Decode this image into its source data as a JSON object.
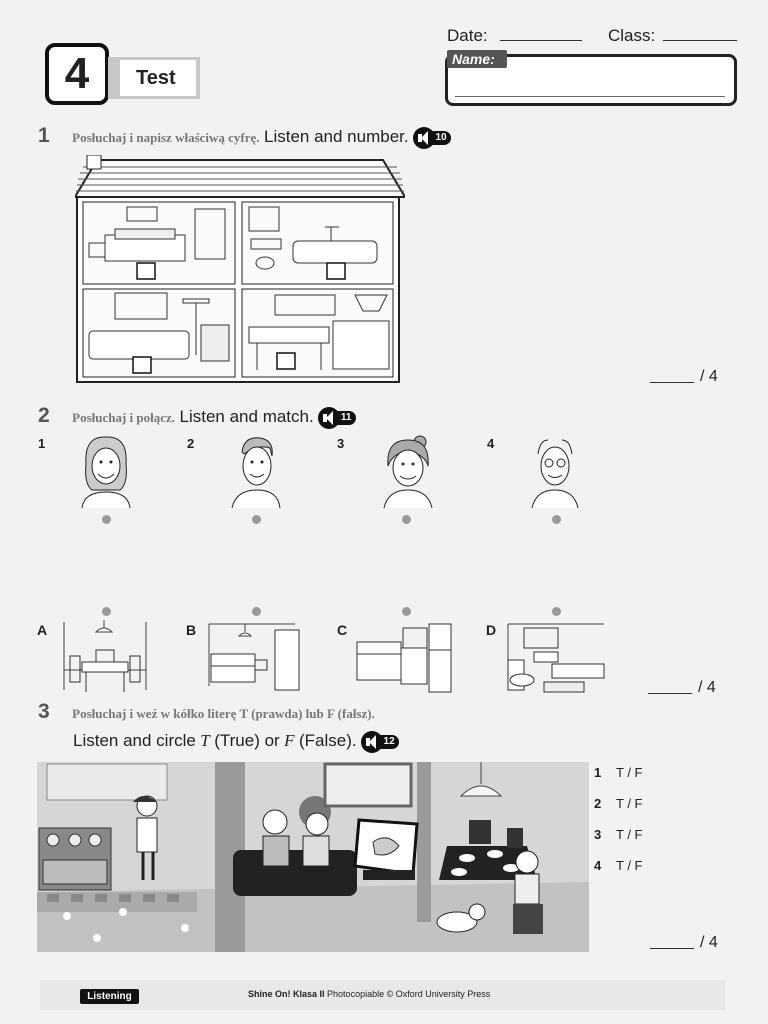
{
  "header": {
    "test_number": "4",
    "test_label": "Test",
    "date_label": "Date:",
    "class_label": "Class:",
    "name_label": "Name:"
  },
  "section1": {
    "number": "1",
    "instruction_pl": "Posłuchaj i napisz właściwą cyfrę.",
    "instruction_en": "Listen and number.",
    "track": "10",
    "score": "/ 4"
  },
  "section2": {
    "number": "2",
    "instruction_pl": "Posłuchaj i połącz.",
    "instruction_en": "Listen and match.",
    "track": "11",
    "people": [
      "1",
      "2",
      "3",
      "4"
    ],
    "rooms": [
      "A",
      "B",
      "C",
      "D"
    ],
    "score": "/ 4"
  },
  "section3": {
    "number": "3",
    "instruction_pl": "Posłuchaj i weź w kółko literę T (prawda) lub F (fałsz).",
    "instruction_en_a": "Listen and circle",
    "instruction_en_t": "T",
    "instruction_en_b": "(True) or",
    "instruction_en_f": "F",
    "instruction_en_c": "(False).",
    "track": "12",
    "items": [
      {
        "num": "1",
        "choice": "T / F"
      },
      {
        "num": "2",
        "choice": "T / F"
      },
      {
        "num": "3",
        "choice": "T / F"
      },
      {
        "num": "4",
        "choice": "T / F"
      }
    ],
    "score": "/ 4"
  },
  "footer": {
    "tag": "Listening",
    "book": "Shine On! Klasa II",
    "copyright": "Photocopiable © Oxford University Press"
  }
}
